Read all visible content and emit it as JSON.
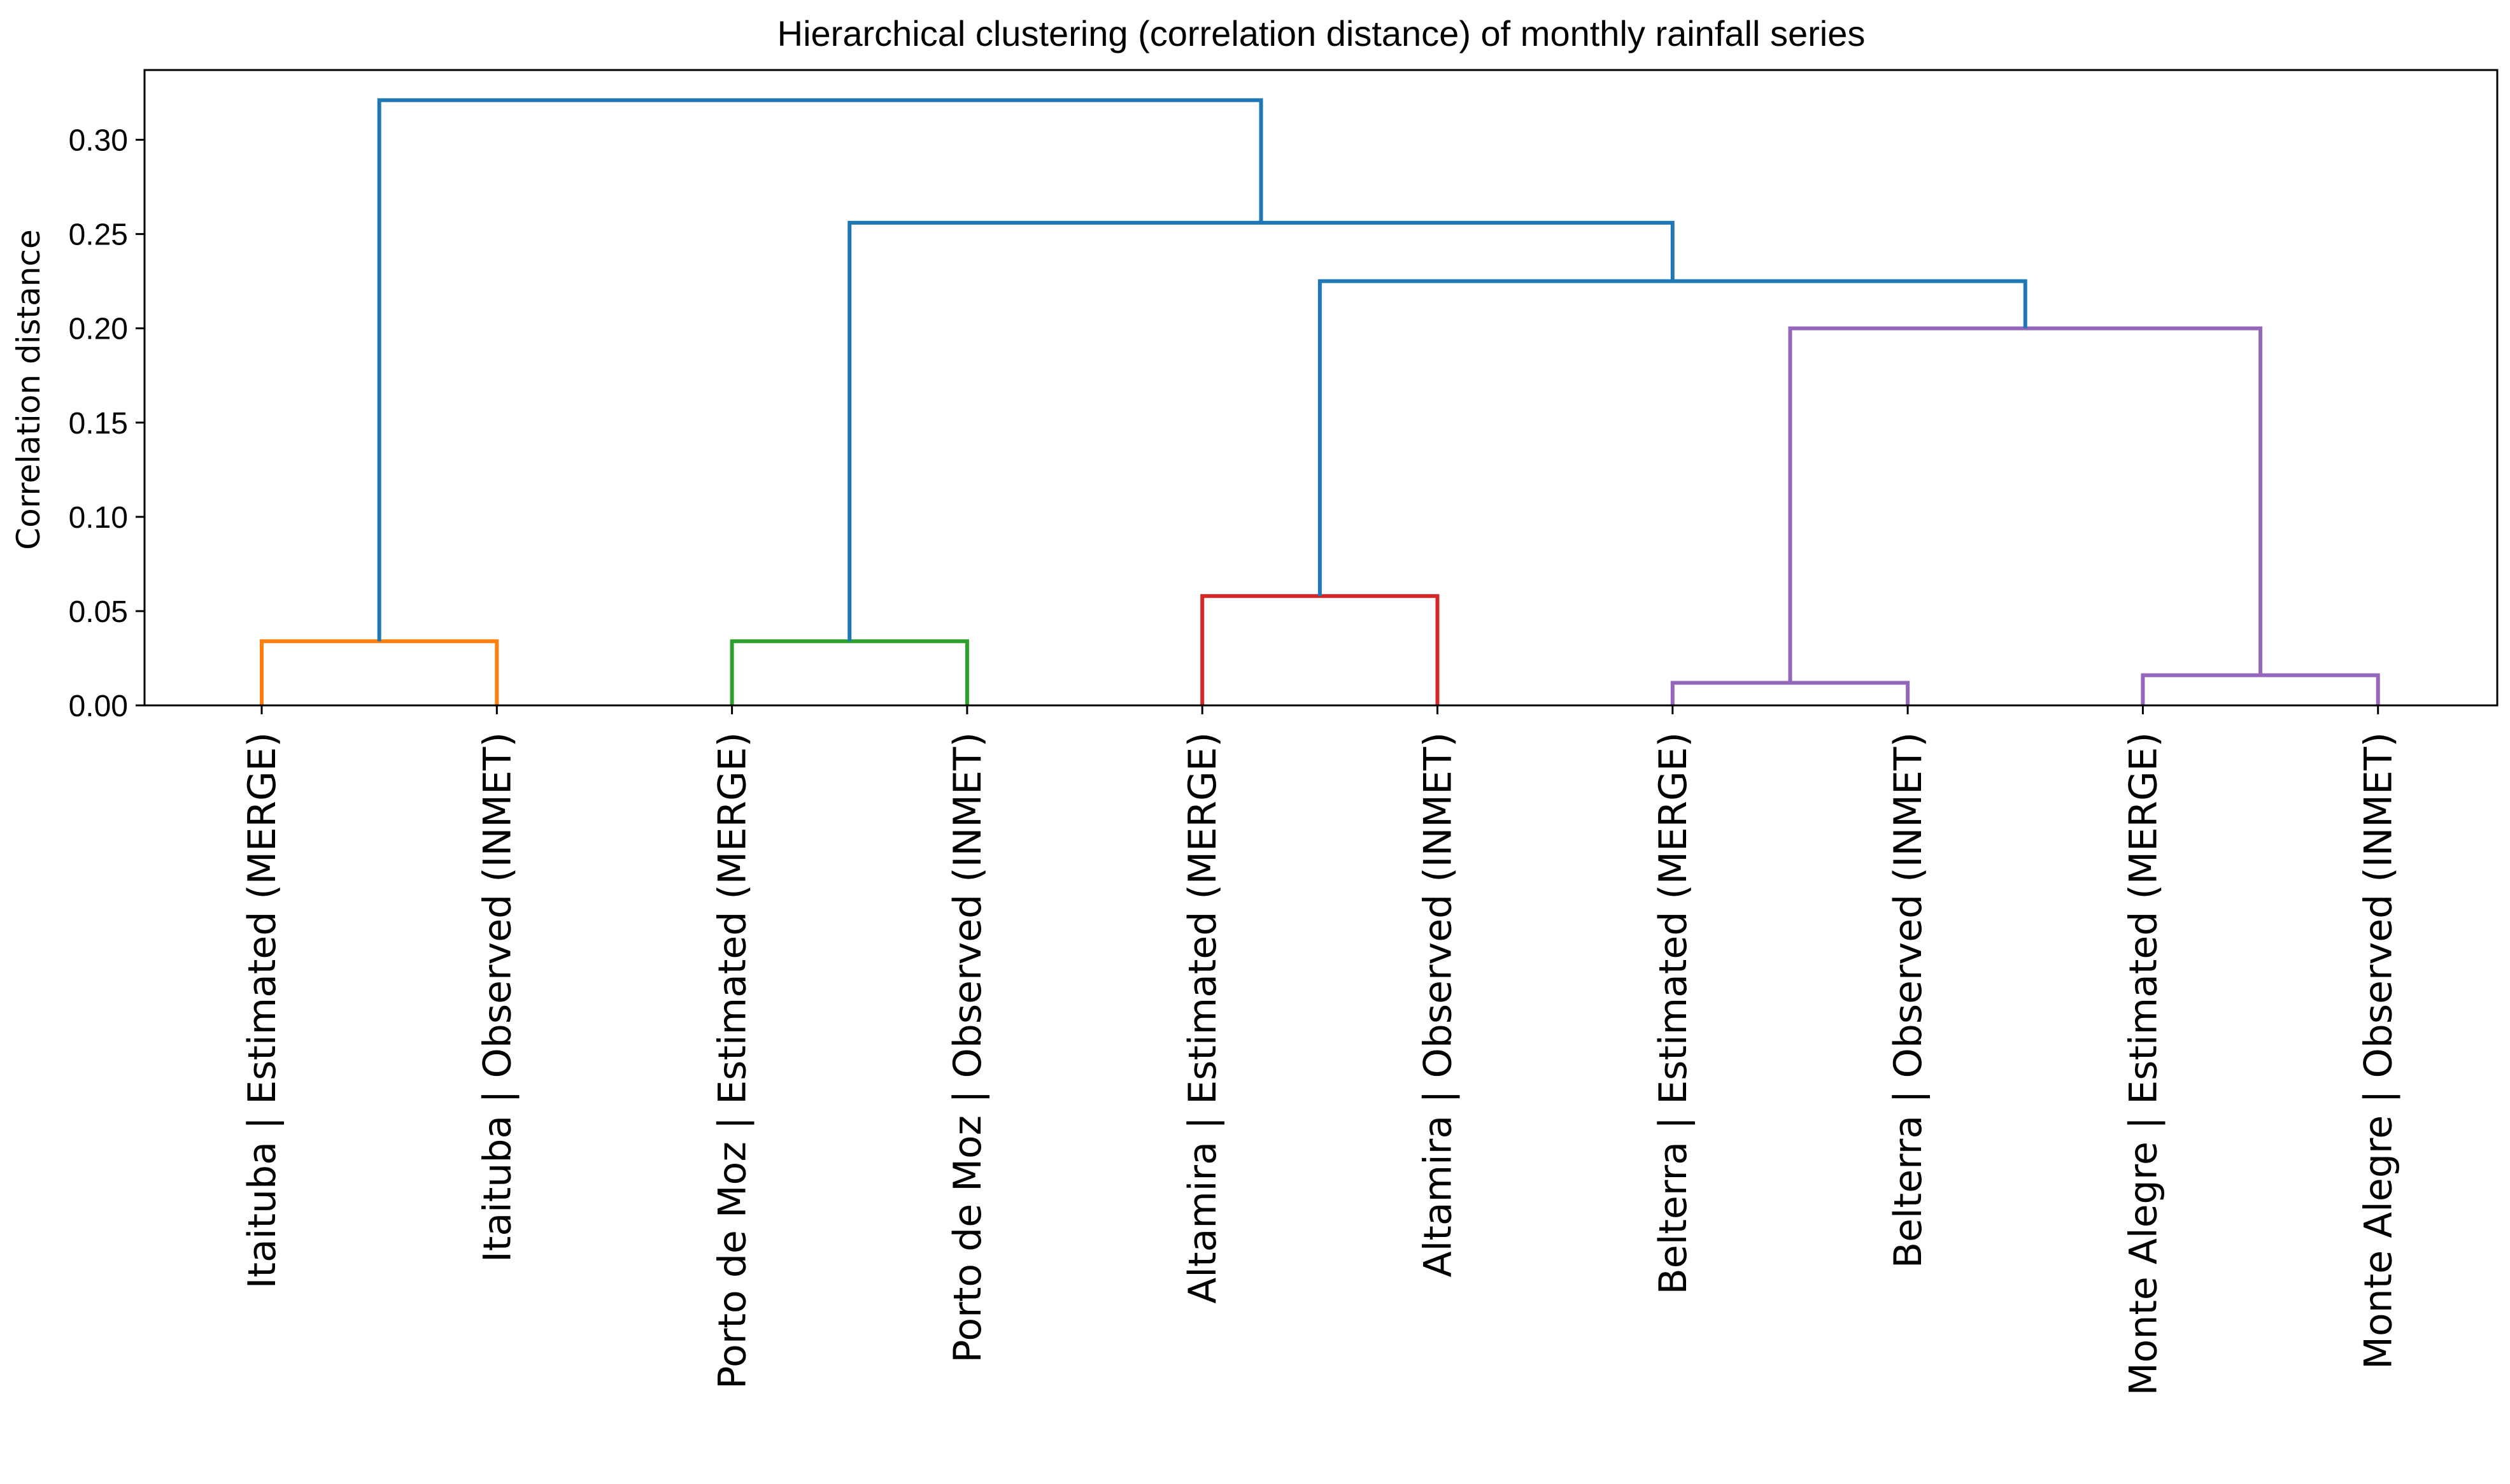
{
  "chart_data": {
    "type": "dendrogram",
    "title": "Hierarchical clustering (correlation distance) of monthly rainfall series",
    "xlabel": "",
    "ylabel": "Correlation distance",
    "ylim": [
      0,
      0.337
    ],
    "yticks": [
      0.0,
      0.05,
      0.1,
      0.15,
      0.2,
      0.25,
      0.3
    ],
    "ytick_labels": [
      "0.00",
      "0.05",
      "0.10",
      "0.15",
      "0.20",
      "0.25",
      "0.30"
    ],
    "grid": false,
    "leaves": [
      "Itaituba | Estimated (MERGE)",
      "Itaituba | Observed (INMET)",
      "Porto de Moz | Estimated (MERGE)",
      "Porto de Moz | Observed (INMET)",
      "Altamira | Estimated (MERGE)",
      "Altamira | Observed (INMET)",
      "Belterra | Estimated (MERGE)",
      "Belterra | Observed (INMET)",
      "Monte Alegre | Estimated (MERGE)",
      "Monte Alegre | Observed (INMET)"
    ],
    "merges": [
      {
        "left": "L0",
        "right": "L1",
        "height": 0.034,
        "color": "#ff7f0e"
      },
      {
        "left": "L2",
        "right": "L3",
        "height": 0.034,
        "color": "#2ca02c"
      },
      {
        "left": "L4",
        "right": "L5",
        "height": 0.058,
        "color": "#d62728"
      },
      {
        "left": "L6",
        "right": "L7",
        "height": 0.012,
        "color": "#9467bd"
      },
      {
        "left": "L8",
        "right": "L9",
        "height": 0.016,
        "color": "#9467bd"
      },
      {
        "left": "M3",
        "right": "M4",
        "height": 0.2,
        "color": "#9467bd"
      },
      {
        "left": "M2",
        "right": "M5",
        "height": 0.225,
        "color": "#1f77b4"
      },
      {
        "left": "M1",
        "right": "M6",
        "height": 0.256,
        "color": "#1f77b4"
      },
      {
        "left": "M0",
        "right": "M7",
        "height": 0.321,
        "color": "#1f77b4"
      }
    ]
  }
}
